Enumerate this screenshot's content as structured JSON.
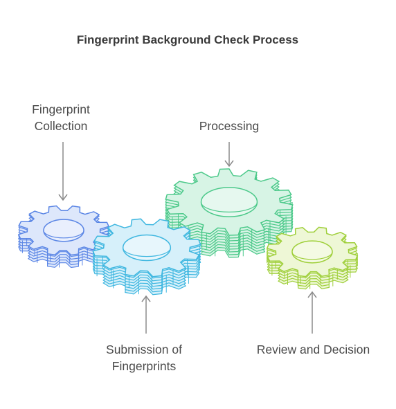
{
  "title": "Fingerprint Background Check Process",
  "steps": [
    {
      "label_lines": [
        "Fingerprint",
        "Collection"
      ],
      "icon": "gear-icon",
      "stroke": "#5b86e5",
      "fill": "#dde7fb",
      "inner": "#e9effd"
    },
    {
      "label_lines": [
        "Processing"
      ],
      "icon": "gear-icon",
      "stroke": "#4cc98a",
      "fill": "#d7f4e5",
      "inner": "#e6f8ef"
    },
    {
      "label_lines": [
        "Submission of",
        "Fingerprints"
      ],
      "icon": "gear-icon",
      "stroke": "#3fb7e0",
      "fill": "#d6f0fa",
      "inner": "#e7f6fc"
    },
    {
      "label_lines": [
        "Review and Decision"
      ],
      "icon": "gear-icon",
      "stroke": "#9fcf3a",
      "fill": "#eef7d6",
      "inner": "#f4fae3"
    }
  ],
  "arrow_color": "#8a8a8a"
}
